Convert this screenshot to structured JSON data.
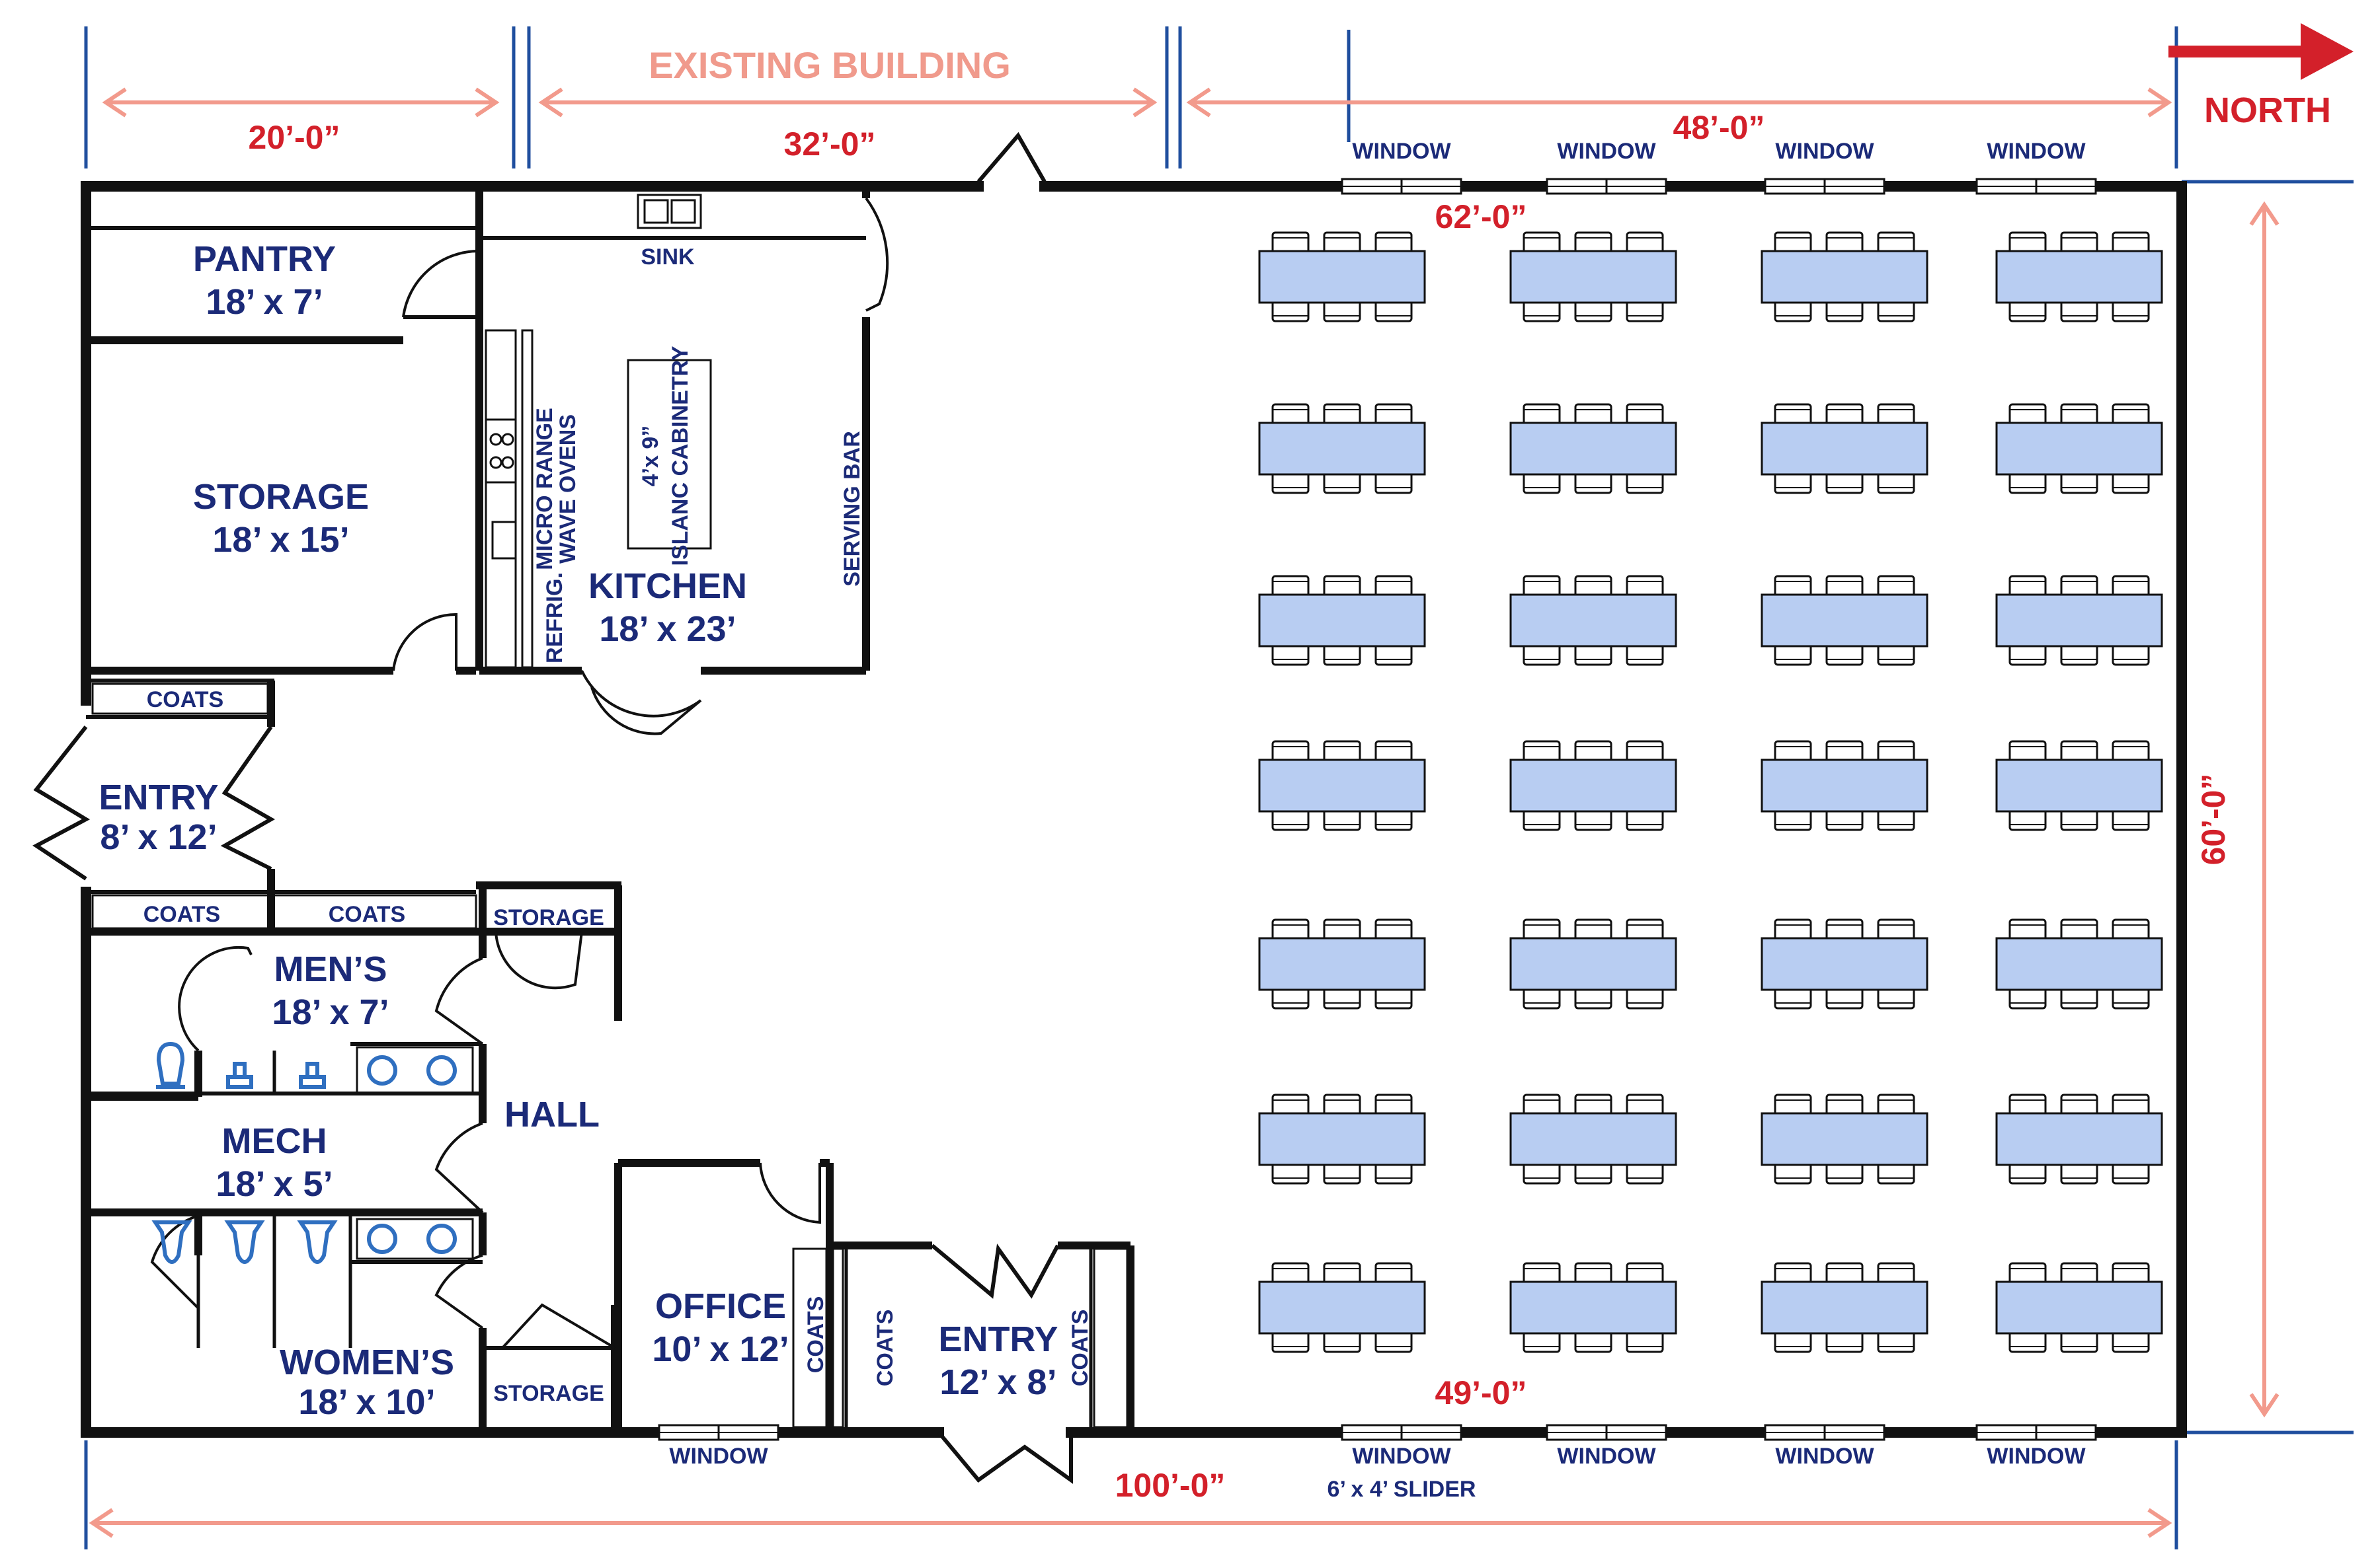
{
  "colors": {
    "wall": "#111111",
    "room_label": "#1b2a78",
    "dimension": "#d3202a",
    "dimension_arrow": "#f29a8c",
    "table": "#b8cdf2",
    "fixture": "#2f6fc0",
    "reference_line": "#1f4e9e"
  },
  "header": {
    "existing_building": "EXISTING BUILDING",
    "north": "NORTH",
    "dim_20": "20’-0”",
    "dim_32": "32’-0”",
    "dim_48": "48’-0”",
    "dim_62": "62’-0”",
    "dim_60": "60’-0”",
    "dim_49": "49’-0”",
    "dim_100": "100’-0”"
  },
  "rooms": {
    "pantry": {
      "name": "PANTRY",
      "size": "18’ x 7’"
    },
    "storage": {
      "name": "STORAGE",
      "size": "18’ x 15’"
    },
    "kitchen": {
      "name": "KITCHEN",
      "size": "18’ x 23’"
    },
    "entry_west": {
      "name": "ENTRY",
      "size": "8’ x 12’"
    },
    "mens": {
      "name": "MEN’S",
      "size": "18’ x 7’"
    },
    "hall": {
      "name": "HALL"
    },
    "mech": {
      "name": "MECH",
      "size": "18’ x 5’"
    },
    "womens": {
      "name": "WOMEN’S",
      "size": "18’ x 10’"
    },
    "office": {
      "name": "OFFICE",
      "size": "10’ x 12’"
    },
    "entry_south": {
      "name": "ENTRY",
      "size": "12’ x 8’"
    },
    "storage_small_1": {
      "name": "STORAGE"
    },
    "storage_small_2": {
      "name": "STORAGE"
    }
  },
  "labels": {
    "sink": "SINK",
    "micro_range": "MICRO RANGE",
    "wave_ovens": "WAVE OVENS",
    "refrig": "REFRIG.",
    "island_size": "4’x 9”",
    "island_cabinetry": "ISLANC CABINETRY",
    "serving_bar": "SERVING BAR",
    "coats": "COATS",
    "window": "WINDOW",
    "slider": "6’ x 4’ SLIDER"
  },
  "dining": {
    "rows": 7,
    "columns": 4,
    "chairs_per_side": 3
  }
}
